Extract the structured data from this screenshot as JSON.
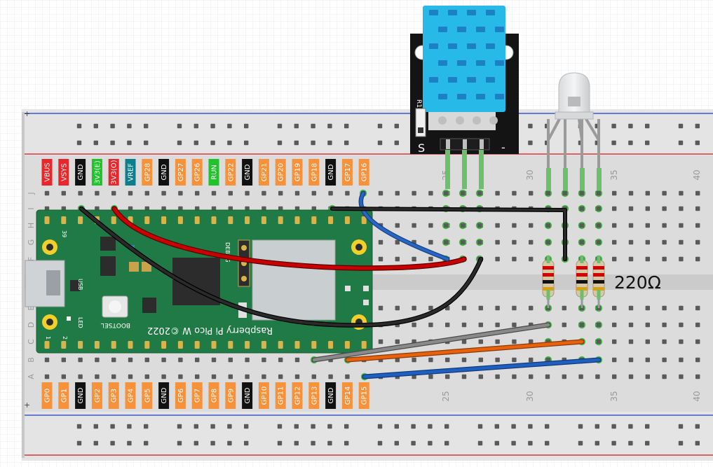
{
  "board": {
    "label": "Raspberry Pi Pico W ©2022",
    "bootsel_label": "BOOTSEL",
    "usb_label": "USB",
    "led_label": "LED",
    "debug_label": "DEBUG",
    "pin_1": "1",
    "pin_2": "2",
    "pin_39": "39"
  },
  "top_pins": [
    {
      "label": "VBUS",
      "color": "#e8262b"
    },
    {
      "label": "VSYS",
      "color": "#e8262b"
    },
    {
      "label": "GND",
      "color": "#111111"
    },
    {
      "label": "3V3(E)",
      "color": "#21c22b"
    },
    {
      "label": "3V3(O)",
      "color": "#e8262b"
    },
    {
      "label": "VREF",
      "color": "#0d7f8c"
    },
    {
      "label": "GP28",
      "color": "#f7923a"
    },
    {
      "label": "GND",
      "color": "#111111"
    },
    {
      "label": "GP27",
      "color": "#f7923a"
    },
    {
      "label": "GP26",
      "color": "#f7923a"
    },
    {
      "label": "RUN",
      "color": "#21c22b"
    },
    {
      "label": "GP22",
      "color": "#f7923a"
    },
    {
      "label": "GND",
      "color": "#111111"
    },
    {
      "label": "GP21",
      "color": "#f7923a"
    },
    {
      "label": "GP20",
      "color": "#f7923a"
    },
    {
      "label": "GP19",
      "color": "#f7923a"
    },
    {
      "label": "GP18",
      "color": "#f7923a"
    },
    {
      "label": "GND",
      "color": "#111111"
    },
    {
      "label": "GP17",
      "color": "#f7923a"
    },
    {
      "label": "GP16",
      "color": "#f7923a"
    }
  ],
  "bottom_pins": [
    {
      "label": "GP0",
      "color": "#f7923a"
    },
    {
      "label": "GP1",
      "color": "#f7923a"
    },
    {
      "label": "GND",
      "color": "#111111"
    },
    {
      "label": "GP2",
      "color": "#f7923a"
    },
    {
      "label": "GP3",
      "color": "#f7923a"
    },
    {
      "label": "GP4",
      "color": "#f7923a"
    },
    {
      "label": "GP5",
      "color": "#f7923a"
    },
    {
      "label": "GND",
      "color": "#111111"
    },
    {
      "label": "GP6",
      "color": "#f7923a"
    },
    {
      "label": "GP7",
      "color": "#f7923a"
    },
    {
      "label": "GP8",
      "color": "#f7923a"
    },
    {
      "label": "GP9",
      "color": "#f7923a"
    },
    {
      "label": "GND",
      "color": "#111111"
    },
    {
      "label": "GP10",
      "color": "#f7923a"
    },
    {
      "label": "GP11",
      "color": "#f7923a"
    },
    {
      "label": "GP12",
      "color": "#f7923a"
    },
    {
      "label": "GP13",
      "color": "#f7923a"
    },
    {
      "label": "GND",
      "color": "#111111"
    },
    {
      "label": "GP14",
      "color": "#f7923a"
    },
    {
      "label": "GP15",
      "color": "#f7923a"
    }
  ],
  "breadboard": {
    "row_letters": [
      "J",
      "I",
      "H",
      "G",
      "F",
      "E",
      "D",
      "C",
      "B",
      "A"
    ],
    "column_numbers": [
      "25",
      "30",
      "35",
      "40"
    ],
    "plus_sign": "+"
  },
  "sensor": {
    "pin_label_s": "S",
    "pin_label_minus": "-",
    "resistor_label": "R1"
  },
  "resistor_value": "220Ω",
  "wire_colors": {
    "red": "#c80000",
    "black": "#1a1a1a",
    "blue": "#2766c4",
    "gray": "#7a7a7a",
    "orange": "#e8620d",
    "sensor_blue": "#1f5fc0"
  }
}
